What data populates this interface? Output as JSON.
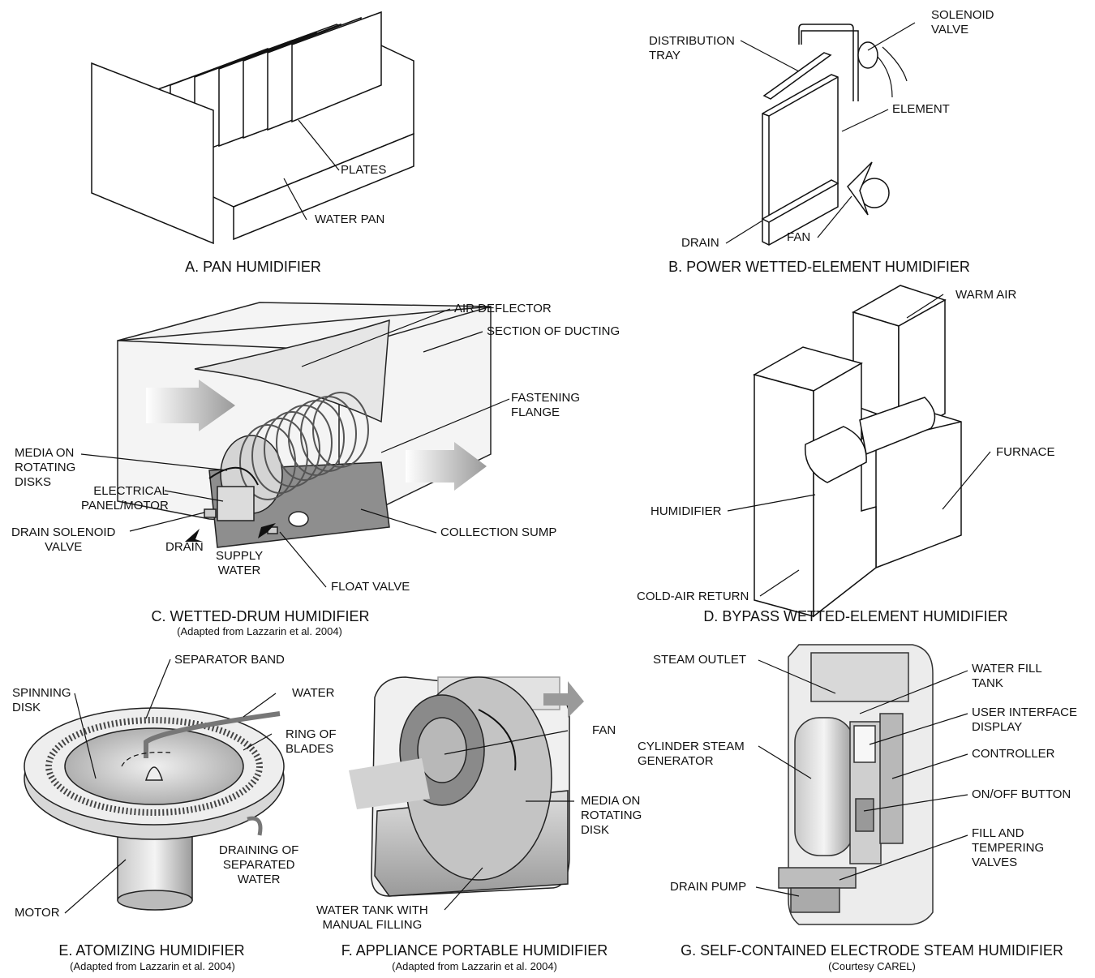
{
  "panels": {
    "a": {
      "caption": "A.  PAN HUMIDIFIER",
      "labels": {
        "plates": "PLATES",
        "water_pan": "WATER PAN"
      }
    },
    "b": {
      "caption": "B.  POWER WETTED-ELEMENT HUMIDIFIER",
      "labels": {
        "distribution_tray": "DISTRIBUTION\nTRAY",
        "solenoid_valve": "SOLENOID\nVALVE",
        "element": "ELEMENT",
        "drain": "DRAIN",
        "fan": "FAN"
      }
    },
    "c": {
      "caption": "C.  WETTED-DRUM HUMIDIFIER",
      "subcaption": "(Adapted from Lazzarin et al. 2004)",
      "labels": {
        "air_deflector": "AIR DEFLECTOR",
        "section_of_ducting": "SECTION OF DUCTING",
        "fastening_flange": "FASTENING\nFLANGE",
        "media_on_rotating_disks": "MEDIA ON\nROTATING\nDISKS",
        "electrical_panel_motor": "ELECTRICAL\nPANEL/MOTOR",
        "drain_solenoid_valve": "DRAIN SOLENOID\nVALVE",
        "drain": "DRAIN",
        "supply_water": "SUPPLY\nWATER",
        "collection_sump": "COLLECTION SUMP",
        "float_valve": "FLOAT VALVE"
      }
    },
    "d": {
      "caption": "D.  BYPASS WETTED-ELEMENT HUMIDIFIER",
      "labels": {
        "warm_air": "WARM AIR",
        "furnace": "FURNACE",
        "humidifier": "HUMIDIFIER",
        "cold_air_return": "COLD-AIR RETURN"
      }
    },
    "e": {
      "caption": "E.  ATOMIZING HUMIDIFIER",
      "subcaption": "(Adapted from Lazzarin et al. 2004)",
      "labels": {
        "separator_band": "SEPARATOR BAND",
        "spinning_disk": "SPINNING\nDISK",
        "water": "WATER",
        "ring_of_blades": "RING OF\nBLADES",
        "draining_of_separated_water": "DRAINING OF\nSEPARATED\nWATER",
        "motor": "MOTOR"
      }
    },
    "f": {
      "caption": "F.  APPLIANCE PORTABLE HUMIDIFIER",
      "subcaption": "(Adapted from Lazzarin et al. 2004)",
      "labels": {
        "fan": "FAN",
        "media_on_rotating_disk": "MEDIA ON\nROTATING\nDISK",
        "water_tank": "WATER TANK WITH\nMANUAL FILLING"
      }
    },
    "g": {
      "caption": "G. SELF-CONTAINED ELECTRODE STEAM HUMIDIFIER",
      "subcaption": "(Courtesy CAREL)",
      "labels": {
        "steam_outlet": "STEAM OUTLET",
        "water_fill_tank": "WATER FILL\nTANK",
        "user_interface_display": "USER INTERFACE\nDISPLAY",
        "cylinder_steam_generator": "CYLINDER STEAM\nGENERATOR",
        "controller": "CONTROLLER",
        "on_off_button": "ON/OFF BUTTON",
        "fill_and_tempering_valves": "FILL AND\nTEMPERING\nVALVES",
        "drain_pump": "DRAIN PUMP"
      }
    }
  }
}
